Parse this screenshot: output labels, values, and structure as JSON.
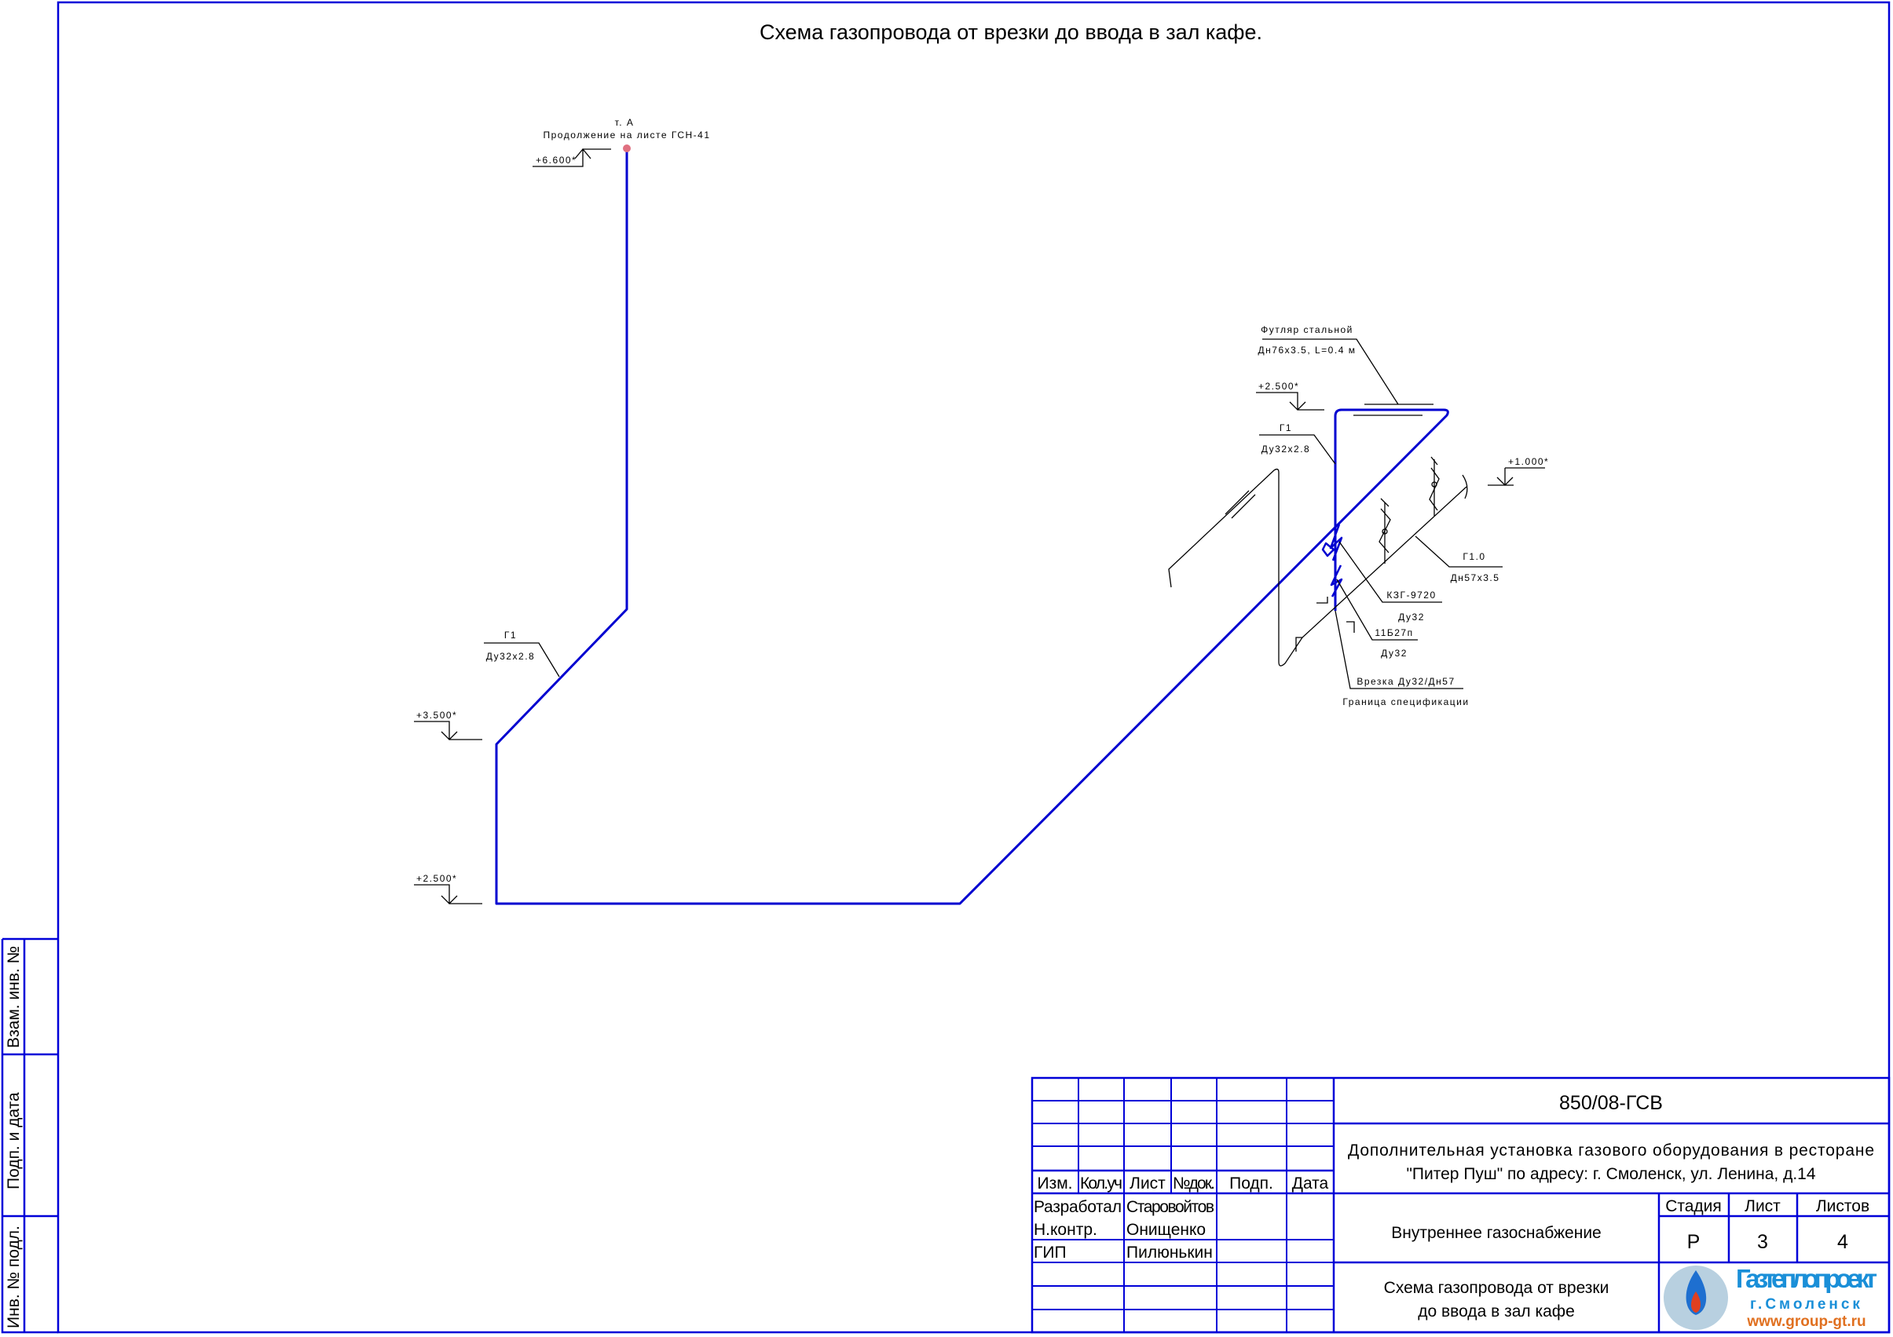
{
  "drawing": {
    "title": "Схема газопровода от врезки до ввода в зал кафе.",
    "colors": {
      "frame": "#0000d8",
      "pipe": "#0000d0",
      "point": "#e07080"
    },
    "point_a": {
      "name": "т. А",
      "note": "Продолжение на листе ГСН-41"
    },
    "levels": {
      "top": "+6.600*",
      "mid": "+3.500*",
      "low_left": "+2.500*",
      "low_right": "+2.500*",
      "valves": "+1.000*"
    },
    "pipe_label_left": {
      "name": "Г1",
      "size": "Ду32х2.8"
    },
    "pipe_label_right": {
      "name": "Г1",
      "size": "Ду32х2.8"
    },
    "sleeve": {
      "name": "Футляр стальной",
      "size": "Дн76х3.5, L=0.4 м"
    },
    "main_pipe": {
      "name": "Г1.0",
      "size": "Дн57х3.5"
    },
    "valve1": {
      "name": "КЗГ-9720",
      "size": "Ду32"
    },
    "valve2": {
      "name": "11Б27п",
      "size": "Ду32"
    },
    "tie_in": {
      "name": "Врезка Ду32/Дн57",
      "note": "Граница спецификации"
    }
  },
  "side_stamp": [
    "Взам. инв. №",
    "Подп. и дата",
    "Инв. № подл."
  ],
  "title_block": {
    "code": "850/08-ГСВ",
    "project_line1": "Дополнительная установка газового оборудования в ресторане",
    "project_line2": "\"Питер Пуш\" по адресу: г. Смоленск, ул. Ленина, д.14",
    "headers": [
      "Изм.",
      "Кол.уч",
      "Лист",
      "№док.",
      "Подп.",
      "Дата"
    ],
    "roles": [
      {
        "role": "Разработал",
        "name": "Старовойтов"
      },
      {
        "role": "Н.контр.",
        "name": "Онищенко"
      },
      {
        "role": "ГИП",
        "name": "Пилюнькин"
      }
    ],
    "section": "Внутреннее газоснабжение",
    "stage_header": "Стадия",
    "sheet_header": "Лист",
    "sheets_header": "Листов",
    "stage": "Р",
    "sheet": "3",
    "sheets": "4",
    "sheet_title_line1": "Схема газопровода от врезки",
    "sheet_title_line2": "до ввода в зал кафе",
    "company": {
      "name": "Газтеплопроект",
      "city": "г.Смоленск",
      "site": "www.group-gt.ru"
    }
  }
}
